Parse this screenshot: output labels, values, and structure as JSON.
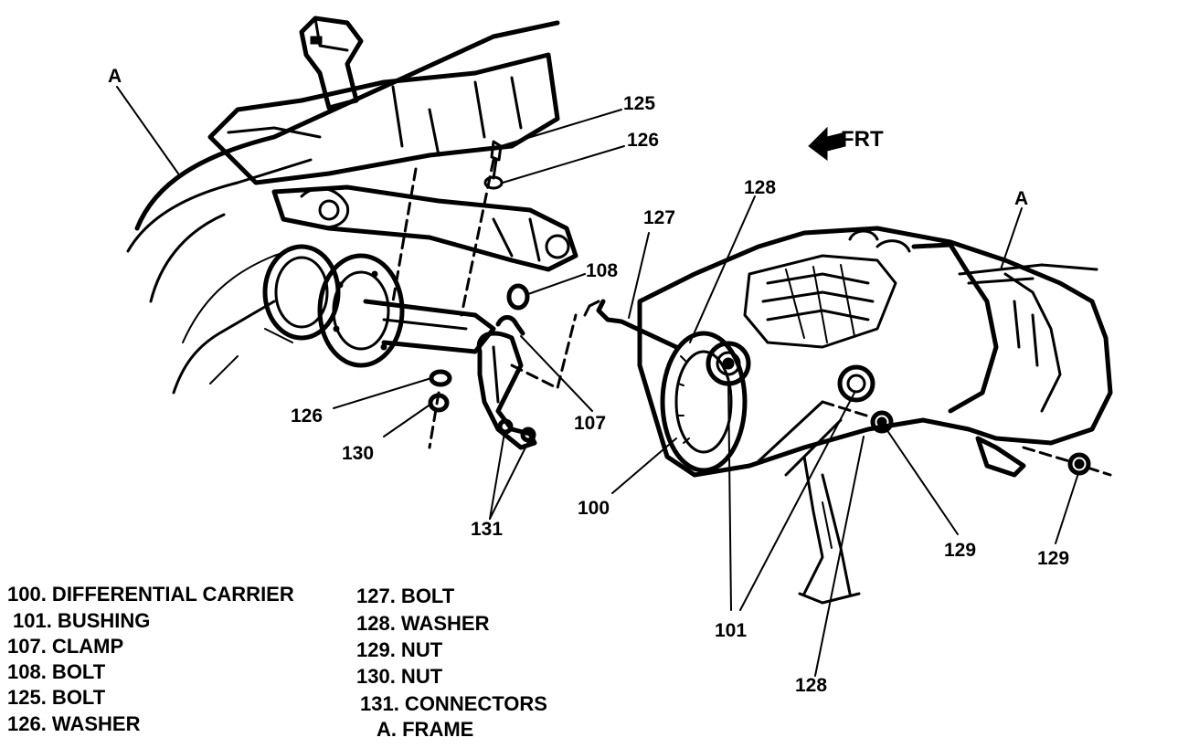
{
  "diagram": {
    "direction_label": "FRT",
    "callouts": {
      "frame_left": "A",
      "frame_right": "A",
      "bolt_125": "125",
      "washer_126_top": "126",
      "washer_128_top": "128",
      "bolt_127": "127",
      "bolt_108": "108",
      "washer_126_left": "126",
      "clamp_107": "107",
      "nut_130": "130",
      "connectors_131": "131",
      "carrier_100": "100",
      "bushing_101": "101",
      "washer_128_bottom": "128",
      "nut_129_mid": "129",
      "nut_129_right": "129"
    }
  },
  "legend": {
    "left": [
      "100. DIFFERENTIAL CARRIER",
      "101. BUSHING",
      "107. CLAMP",
      "108. BOLT",
      "125. BOLT",
      "126. WASHER"
    ],
    "right": [
      "127. BOLT",
      "128. WASHER",
      "129. NUT",
      "130. NUT",
      "131. CONNECTORS",
      "A. FRAME"
    ]
  }
}
